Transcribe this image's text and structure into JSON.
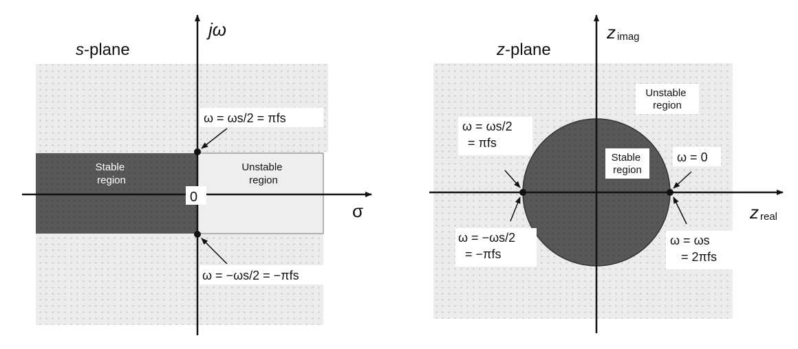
{
  "s_plane": {
    "title_italic": "s",
    "title_rest": "-plane",
    "vertical_axis_label": "jω",
    "horizontal_axis_label": "σ",
    "origin_label": "0",
    "stable_region": [
      "Stable",
      "region"
    ],
    "unstable_region": [
      "Unstable",
      "region"
    ],
    "upper_marker_label": "ω = ωs/2 = πfs",
    "lower_marker_label": "ω = −ωs/2 = −πfs"
  },
  "z_plane": {
    "title_italic": "z",
    "title_rest": "-plane",
    "vertical_axis_label": "z",
    "vertical_axis_subscript": "imag",
    "horizontal_axis_label": "z",
    "horizontal_axis_subscript": "real",
    "stable_region": [
      "Stable",
      "region"
    ],
    "unstable_region": [
      "Unstable",
      "region"
    ],
    "left_top_label": [
      "ω = ωs/2",
      "= πfs"
    ],
    "left_bottom_label": [
      "ω = −ωs/2",
      "= −πfs"
    ],
    "right_top_label": "ω = 0",
    "right_bottom_label": [
      "ω = ωs",
      "= 2πfs"
    ]
  },
  "colors": {
    "stable_fill": "#555555",
    "unstable_fill": "#e9e9e9",
    "axis": "#111111"
  }
}
